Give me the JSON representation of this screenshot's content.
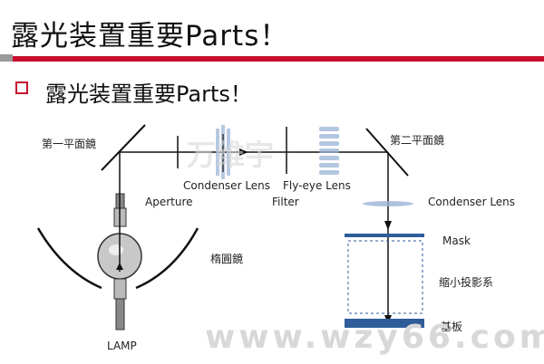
{
  "header": {
    "title": "露光装置重要Parts！",
    "subtitle": "露光装置重要Parts！"
  },
  "diagram": {
    "labels": {
      "mirror1": "第一平面鏡",
      "mirror2": "第二平面鏡",
      "aperture": "Aperture",
      "condenser_lens_1": "Condenser Lens",
      "filter": "Filter",
      "fly_eye_lens": "Fly-eye Lens",
      "condenser_lens_2": "Condenser Lens",
      "mask": "Mask",
      "ellipsoidal_mirror": "楕圓鏡",
      "projection_system": "缩小投影系",
      "substrate": "基板",
      "lamp": "LAMP"
    },
    "colors": {
      "accent_red": "#c8102e",
      "mask_blue": "#2f5d9a",
      "line": "#111111",
      "dashed_frame": "#2f5d9a"
    }
  },
  "watermarks": {
    "center": "万维宇",
    "bottom": "www.wzy66.com"
  }
}
